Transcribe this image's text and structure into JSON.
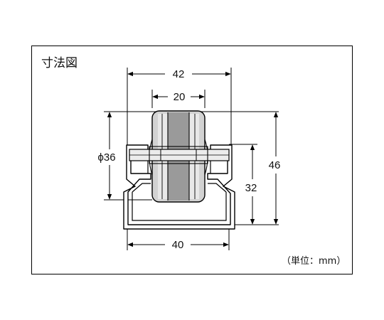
{
  "title": "寸法図",
  "unit_note": "（単位：mm）",
  "dimensions": {
    "top_width": "42",
    "roller_width": "20",
    "diameter": "ϕ36",
    "overall_height": "46",
    "rail_height": "32",
    "bottom_width": "40"
  },
  "colors": {
    "line": "#000000",
    "roller_fill": "#c9c9c9",
    "roller_dark": "#7a7a7a",
    "roller_light": "#e6e6e6"
  }
}
